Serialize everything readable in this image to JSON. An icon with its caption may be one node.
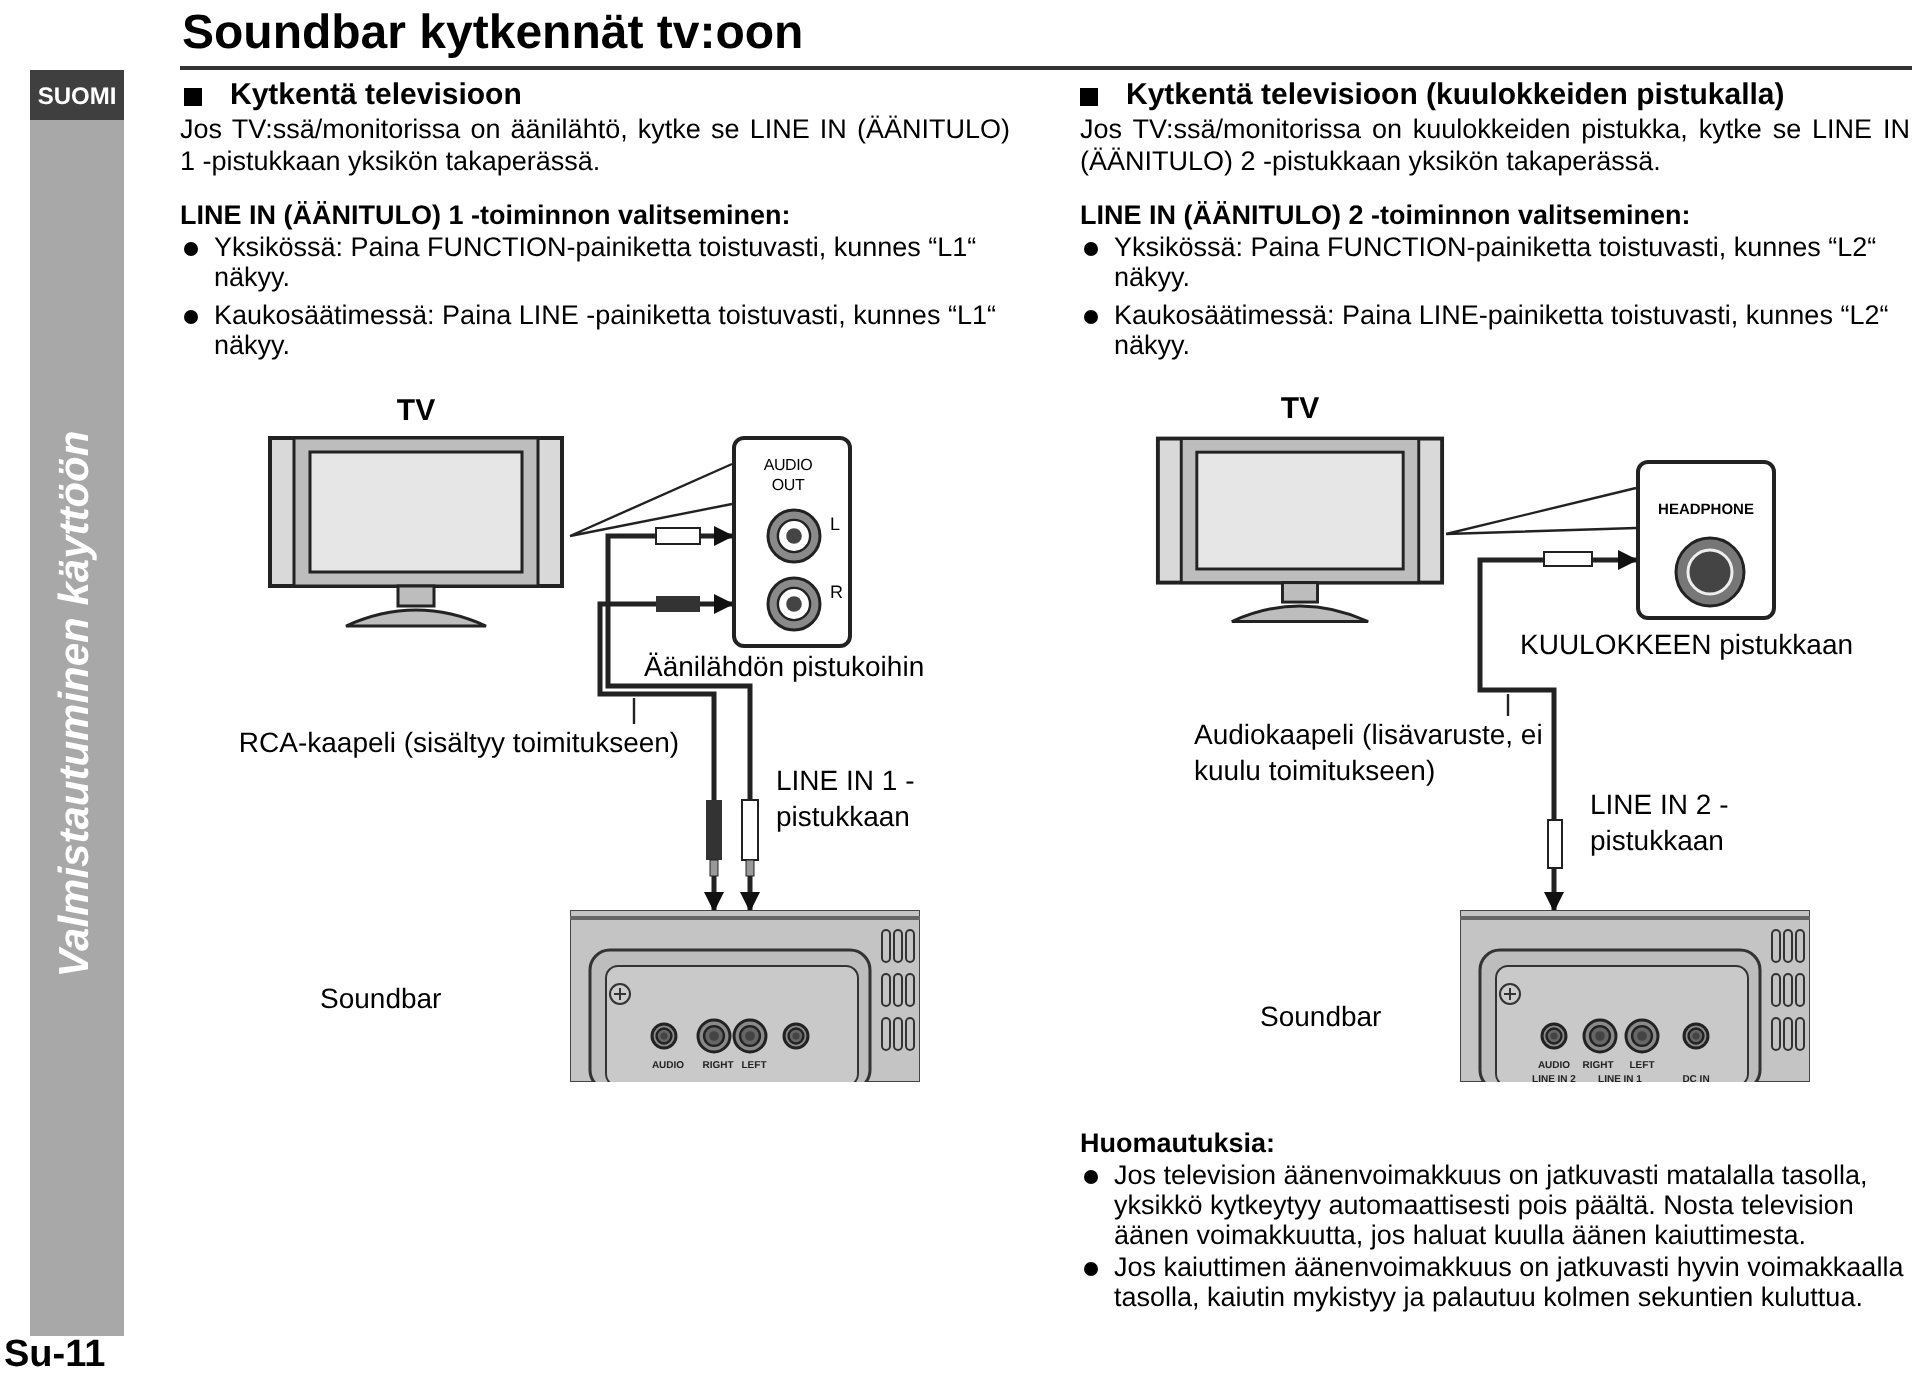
{
  "diagram": {
    "title": "Soundbar kytkennät tv:oon",
    "nodes": [
      {
        "text": [
          "TV"
        ]
      },
      {
        "text": [
          "AUDIO OUT",
          "L",
          "R"
        ],
        "beside": [
          "Äänilähdön pistukoihin"
        ]
      },
      {
        "text": [
          "Soundbar"
        ]
      },
      {
        "text": [
          "RCA-kaapeli (sisältyy toimitukseen)"
        ]
      },
      {
        "text": [
          "TV"
        ]
      },
      {
        "text": [
          "HEADPHONE"
        ],
        "beside": [
          "KUULOKKEEN pistukkaan"
        ]
      },
      {
        "text": [
          "Soundbar"
        ]
      },
      {
        "text": [
          "Audiokaapeli (lisävaruste, ei kuulu toimitukseen)"
        ]
      }
    ],
    "edges": [
      {
        "from": 0,
        "to": 1,
        "arrow": "none"
      },
      {
        "from": 1,
        "to": 2,
        "arrow": "both"
      },
      {
        "from": 1,
        "to": 2,
        "arrow": "both"
      },
      {
        "from": 3,
        "to": null,
        "arrow": "none"
      },
      {
        "from": 4,
        "to": 5,
        "arrow": "none"
      },
      {
        "from": 5,
        "to": 6,
        "arrow": "both"
      },
      {
        "from": 7,
        "to": null,
        "arrow": "none"
      }
    ],
    "labels": [
      "SUOMI",
      "Valmistautuminen käyttöön",
      "Kytkentä televisioon",
      "Jos TV:ssä/monitorissa on äänilähtö, kytke se LINE IN (ÄÄNITULO) 1 -pistukkaan yksikön takaperässä.",
      "LINE IN (ÄÄNITULO) 1 -toiminnon valitseminen:",
      "Yksikössä: Paina FUNCTION-painiketta toistuvasti, kunnes “L1“ näkyy.",
      "Kaukosäätimessä: Paina LINE -painiketta toistuvasti, kunnes “L1“ näkyy.",
      "Kytkentä televisioon (kuulokkeiden pistukalla)",
      "Jos TV:ssä/monitorissa on kuulokkeiden pistukka, kytke se LINE IN (ÄÄNITULO) 2 -pistukkaan yksikön takaperässä.",
      "LINE IN (ÄÄNITULO) 2 -toiminnon valitseminen:",
      "Yksikössä: Paina FUNCTION-painiketta toistuvasti, kunnes “L2“ näkyy.",
      "Kaukosäätimessä: Paina LINE-painiketta toistuvasti, kunnes “L2“ näkyy.",
      "LINE IN 1 -pistukkaan",
      "LINE IN 2 -pistukkaan",
      "Huomautuksia:",
      "Jos television äänenvoimakkuus on jatkuvasti matalalla tasolla, yksikkö kytkeytyy automaattisesti pois päältä. Nosta television äänen voimakkuutta, jos haluat kuulla äänen kaiuttimesta.",
      "Jos kaiuttimen äänenvoimakkuus on jatkuvasti hyvin voimakkaalla tasolla, kaiutin mykistyy ja palautuu kolmen sekuntien kuluttua.",
      "Su-11",
      "AUDIO",
      "RIGHT",
      "LEFT",
      "AUDIO",
      "LINE IN 2",
      "RIGHT",
      "LEFT",
      "LINE IN 1",
      "DC IN"
    ]
  }
}
